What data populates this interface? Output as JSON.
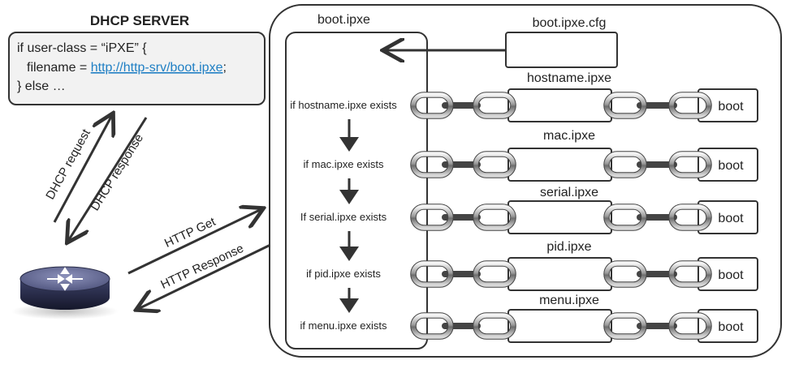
{
  "dhcp": {
    "title": "DHCP  SERVER",
    "line1": "if user-class = “iPXE” {",
    "line2_prefix": "filename = ",
    "line2_link": "http://http-srv/boot.ipxe",
    "line2_suffix": ";",
    "line3": "} else …",
    "request_label": "DHCP request",
    "response_label": "DHCP response"
  },
  "http": {
    "get_label": "HTTP Get",
    "response_label": "HTTP Response"
  },
  "boot_container": {
    "title": "boot.ipxe",
    "cfg_label": "boot.ipxe.cfg"
  },
  "checks": [
    {
      "condition": "if hostname.ipxe exists",
      "file": "hostname.ipxe",
      "target": "boot"
    },
    {
      "condition": "if mac.ipxe  exists",
      "file": "mac.ipxe",
      "target": "boot"
    },
    {
      "condition": "If serial.ipxe exists",
      "file": "serial.ipxe",
      "target": "boot"
    },
    {
      "condition": "if pid.ipxe exists",
      "file": "pid.ipxe",
      "target": "boot"
    },
    {
      "condition": "if menu.ipxe exists",
      "file": "menu.ipxe",
      "target": "boot"
    }
  ],
  "colors": {
    "link": "#1f7fc4",
    "router_body": "#2b2f4e",
    "router_top": "#6a6f9a",
    "chain": "#9a9a9a"
  },
  "icons": {
    "router": "router-icon",
    "chain_link": "chain-link-icon"
  }
}
